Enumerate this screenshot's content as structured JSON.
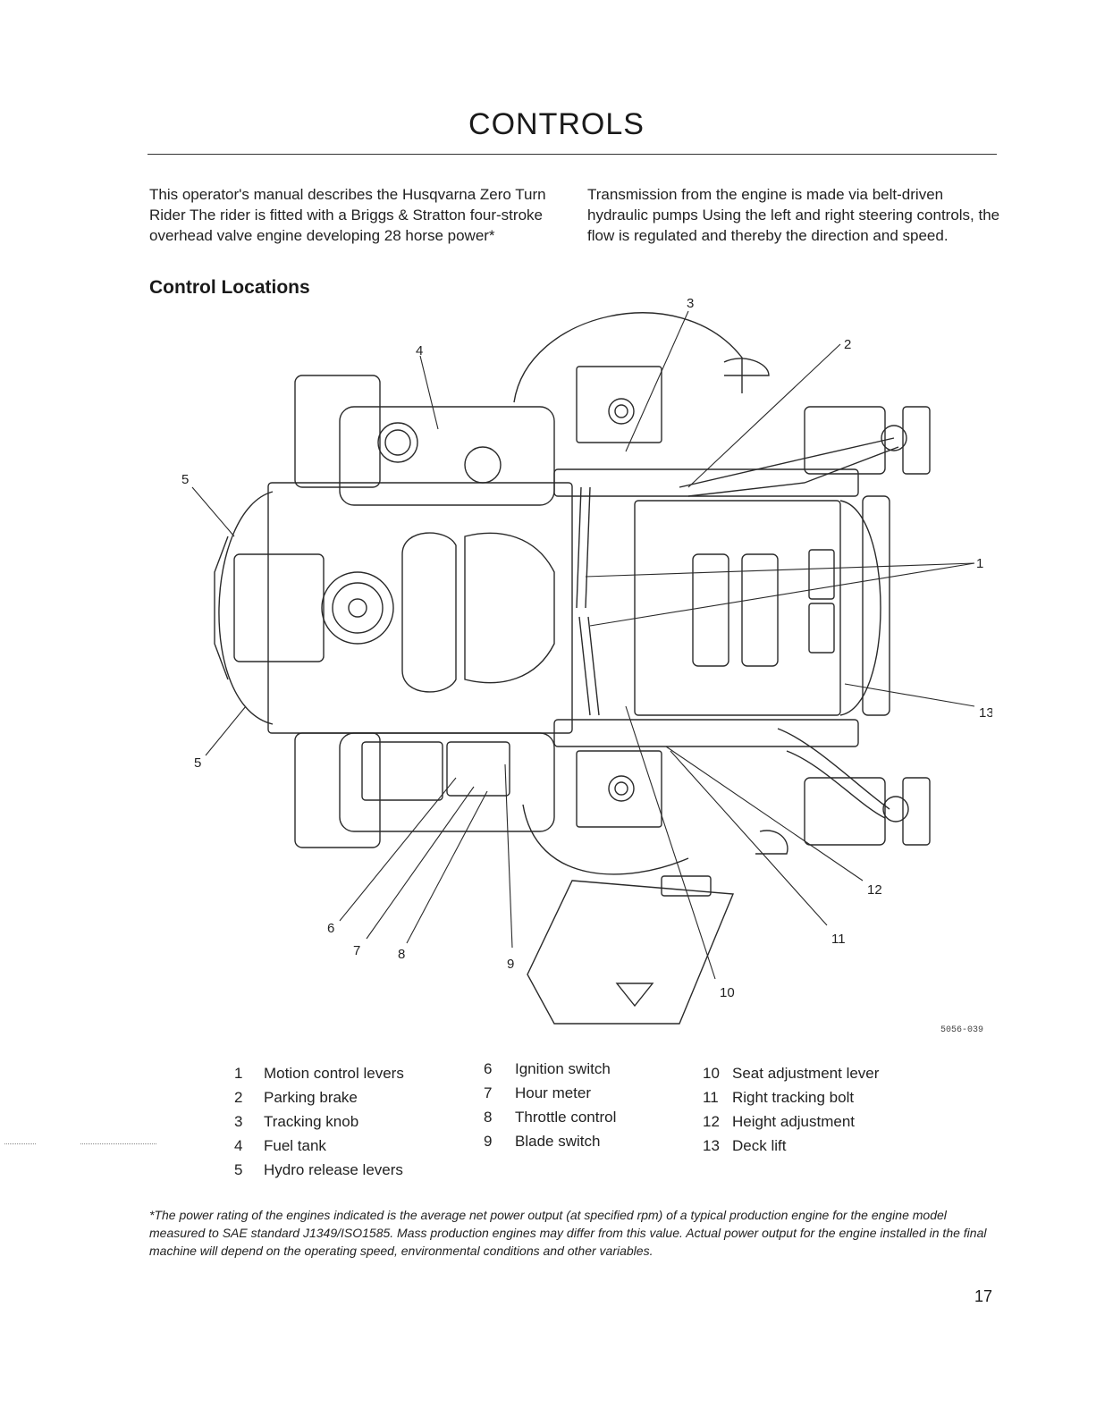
{
  "page": {
    "title": "CONTROLS",
    "intro_left": "This operator's manual describes the Husqvarna Zero Turn Rider The rider is fitted with a Briggs & Stratton four-stroke overhead valve engine developing 28 horse power*",
    "intro_right": "Transmission from the engine is made via belt-driven hydraulic pumps Using the left and right steering controls, the flow is regulated and thereby the direction and speed.",
    "section_heading": "Control Locations",
    "figure_code": "5056-039",
    "footnote": "*The power rating of the engines indicated is the average net power output (at specified rpm) of a typical production engine for the engine model measured to SAE standard J1349/ISO1585. Mass production engines may differ from this value. Actual power output for the engine installed in the final machine will depend on the operating speed, environmental conditions and other variables.",
    "page_number": "17"
  },
  "callouts": [
    "1",
    "2",
    "3",
    "4",
    "5",
    "5",
    "6",
    "7",
    "8",
    "9",
    "10",
    "11",
    "12",
    "13"
  ],
  "legend": {
    "col1": [
      {
        "num": "1",
        "label": "Motion control levers"
      },
      {
        "num": "2",
        "label": "Parking brake"
      },
      {
        "num": "3",
        "label": "Tracking knob"
      },
      {
        "num": "4",
        "label": "Fuel tank"
      },
      {
        "num": "5",
        "label": "Hydro release levers"
      }
    ],
    "col2": [
      {
        "num": "6",
        "label": "Ignition switch"
      },
      {
        "num": "7",
        "label": "Hour meter"
      },
      {
        "num": "8",
        "label": "Throttle control"
      },
      {
        "num": "9",
        "label": "Blade switch"
      }
    ],
    "col3": [
      {
        "num": "10",
        "label": "Seat adjustment lever"
      },
      {
        "num": "11",
        "label": "Right tracking bolt"
      },
      {
        "num": "12",
        "label": "Height adjustment"
      },
      {
        "num": "13",
        "label": "Deck lift"
      }
    ]
  }
}
